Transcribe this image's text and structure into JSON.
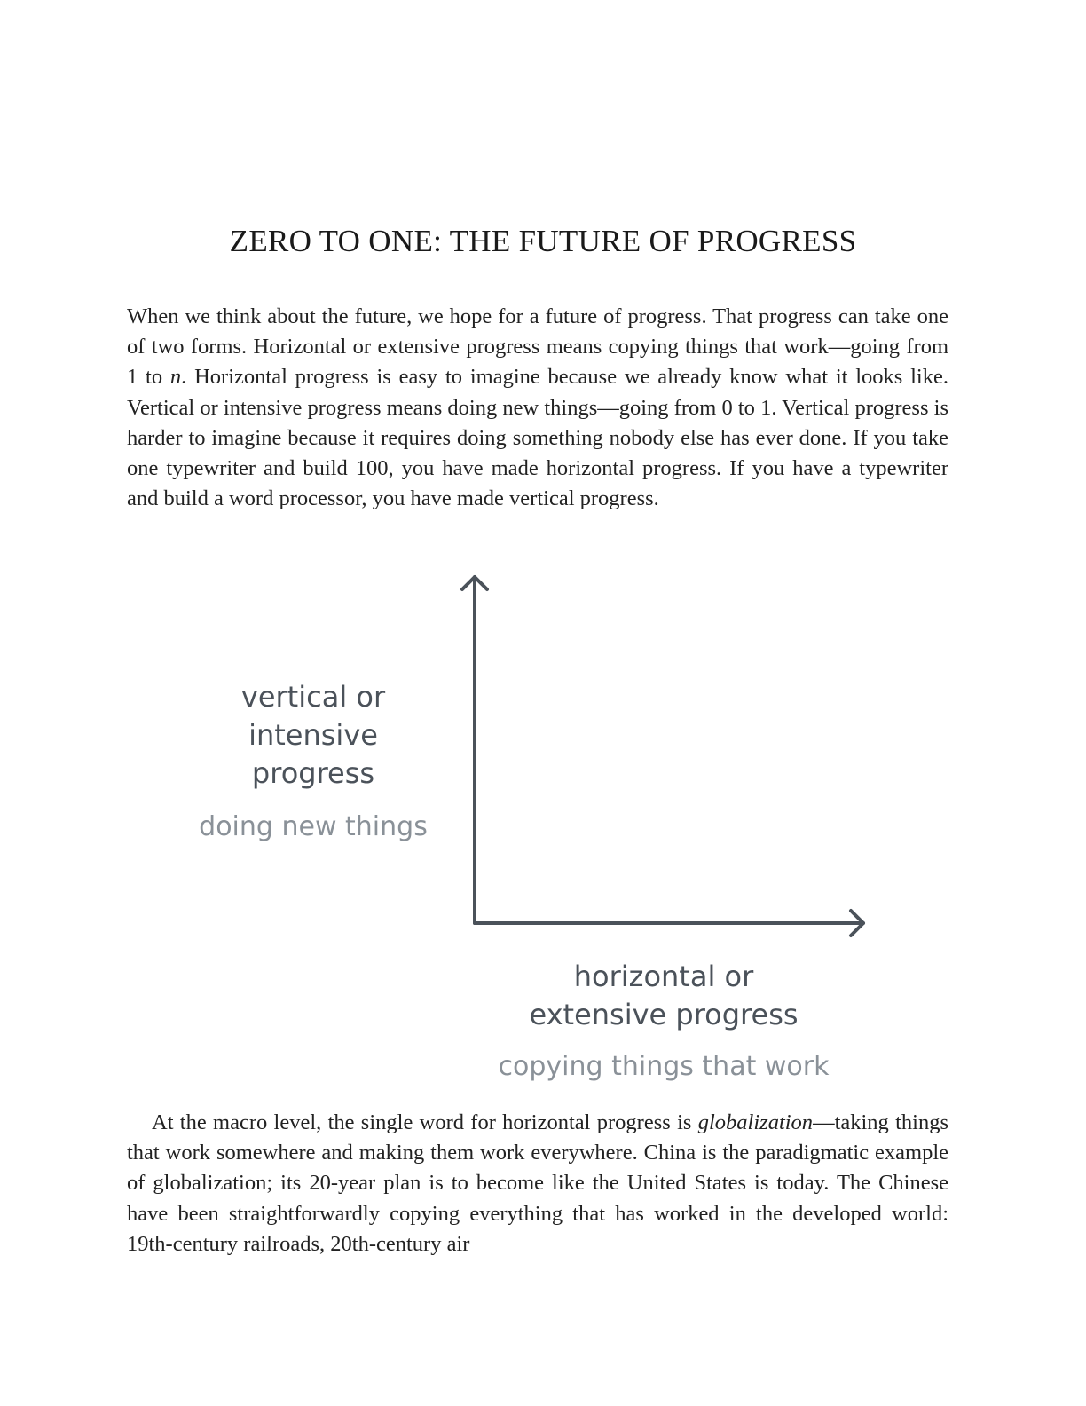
{
  "page": {
    "title": "ZERO TO ONE: THE FUTURE OF PROGRESS"
  },
  "paragraph_1": {
    "part_1": "When we think about the future, we hope for a future of progress. That progress can take one of two forms. Horizontal or extensive progress means copying things that work—going from 1 to ",
    "italic": "n",
    "part_2": ". Horizontal progress is easy to imagine because we already know what it looks like. Vertical or intensive progress means doing new things—going from 0 to 1. Vertical progress is harder to imagine because it requires doing something nobody else has ever done. If you take one typewriter and build 100, you have made horizontal progress. If you have a typewriter and build a word processor, you have made vertical progress."
  },
  "diagram": {
    "vertical_axis": {
      "title_lines": [
        "vertical or",
        "intensive",
        "progress"
      ],
      "subtitle": "doing new things"
    },
    "horizontal_axis": {
      "title_lines": [
        "horizontal or",
        "extensive progress"
      ],
      "subtitle": "copying things that work"
    },
    "colors": {
      "axis": "#4b525a",
      "title": "#4b525a",
      "subtitle": "#8a9198"
    }
  },
  "paragraph_2": {
    "part_1": "At the macro level, the single word for horizontal progress is ",
    "italic": "globalization",
    "part_2": "—taking things that work somewhere and making them work everywhere. China is the paradigmatic example of globalization; its 20-year plan is to become like the United States is today. The Chinese have been straightforwardly copying everything that has worked in the developed world: 19th-century railroads, 20th-century air"
  }
}
